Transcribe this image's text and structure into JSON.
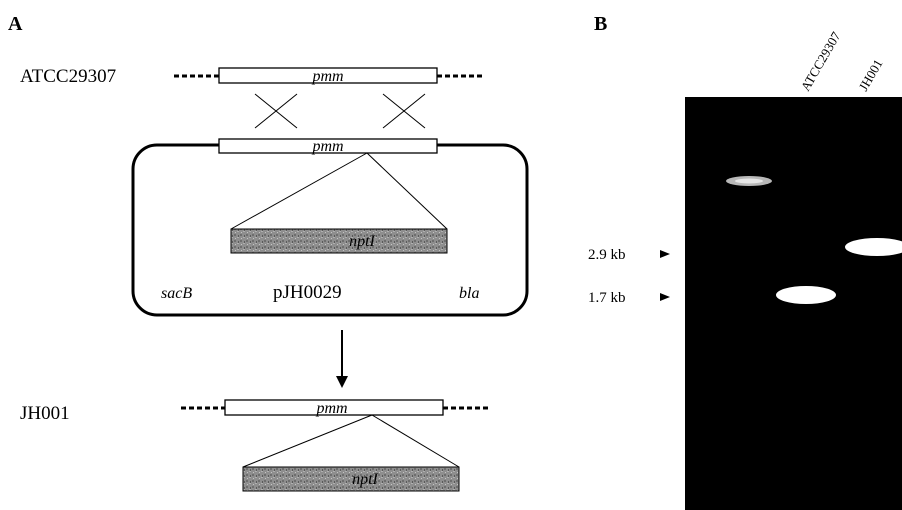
{
  "panel_a": {
    "label": "A",
    "strain_top": "ATCC29307",
    "strain_bottom": "JH001",
    "gene": "pmm",
    "insert": "nptI",
    "plasmid": "pJH0029",
    "marker_left": "sacB",
    "marker_right": "bla"
  },
  "panel_b": {
    "label": "B",
    "lanes": [
      "ATCC29307",
      "JH001"
    ],
    "size_markers": [
      {
        "label": "2.9 kb"
      },
      {
        "label": "1.7 kb"
      }
    ],
    "colors": {
      "gel_background": "#000000",
      "band": "#ffffff",
      "insert_fill": "#8a8a8a"
    }
  }
}
